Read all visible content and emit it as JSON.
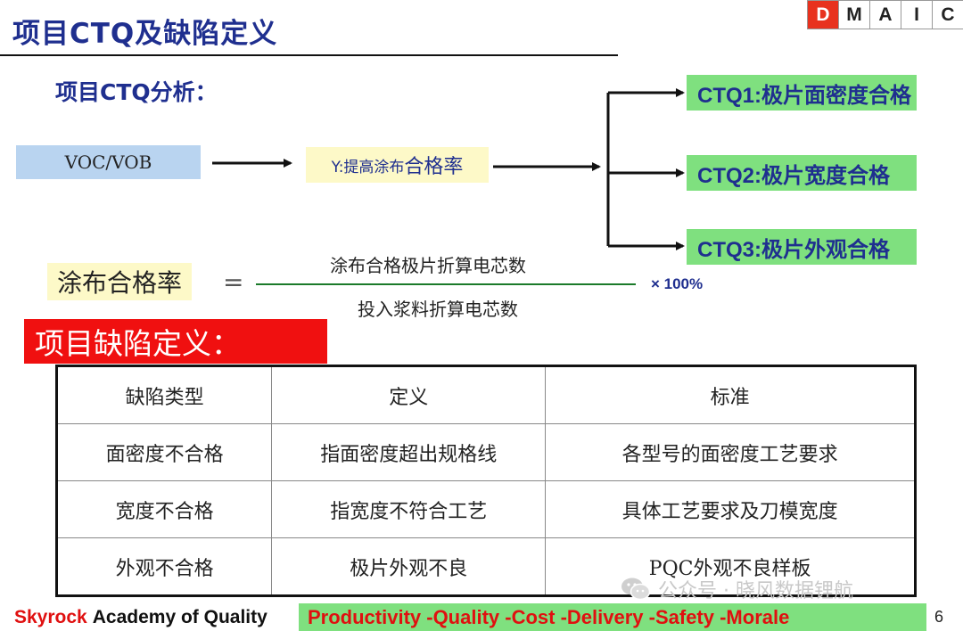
{
  "header": {
    "title": "项目CTQ及缺陷定义",
    "dmaic": [
      "D",
      "M",
      "A",
      "I",
      "C"
    ],
    "dmaic_active": "D",
    "active_color": "#e8321e"
  },
  "ctq_section": {
    "subtitle": "项目CTQ分析：",
    "voc": "VOC/VOB",
    "y_prefix": "Y:提高涂布",
    "y_suffix": "合格率",
    "ctqs": [
      "CTQ1:极片面密度合格",
      "CTQ2:极片宽度合格",
      "CTQ3:极片外观合格"
    ],
    "ctq_color": "#7fe07f"
  },
  "formula": {
    "label": "涂布合格率",
    "equals": "=",
    "numerator": "涂布合格极片折算电芯数",
    "denominator": "投入浆料折算电芯数",
    "multiplier": "× 100%"
  },
  "defects": {
    "heading": "项目缺陷定义：",
    "heading_color": "#f01010",
    "columns": [
      "缺陷类型",
      "定义",
      "标准"
    ],
    "rows": [
      [
        "面密度不合格",
        "指面密度超出规格线",
        "各型号的面密度工艺要求"
      ],
      [
        "宽度不合格",
        "指宽度不符合工艺",
        "具体工艺要求及刀模宽度"
      ],
      [
        "外观不合格",
        "极片外观不良",
        "PQC外观不良样板"
      ]
    ]
  },
  "footer": {
    "brand_red": "Skyrock",
    "brand_black": "Academy of Quality",
    "slogan": "Productivity  -Quality  -Cost   -Delivery  -Safety  -Morale",
    "page": "6"
  },
  "watermark": {
    "icon": "wechat-icon",
    "text": "公众号 · 晓风数据锂航"
  }
}
